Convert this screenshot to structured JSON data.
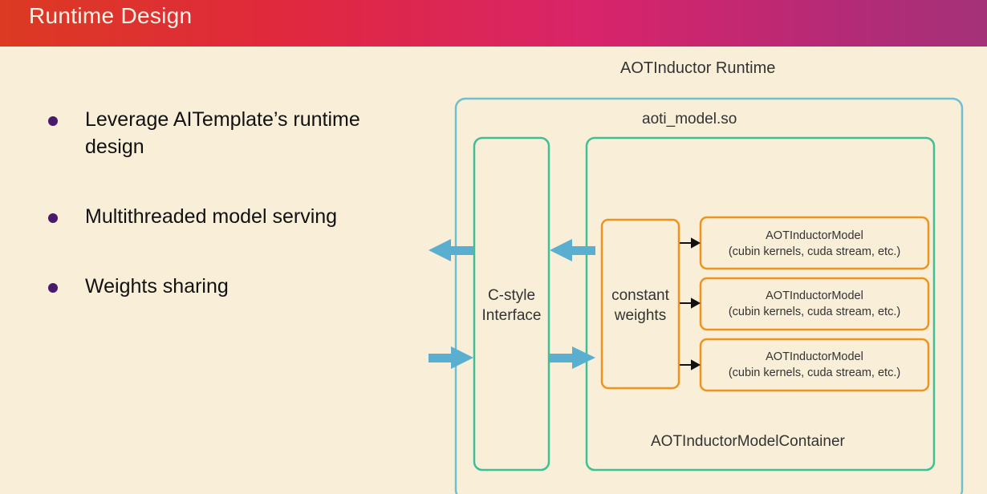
{
  "slide": {
    "title": "Runtime Design"
  },
  "bullets": [
    {
      "text": "Leverage AITemplate’s runtime design"
    },
    {
      "text": "Multithreaded model serving"
    },
    {
      "text": "Weights sharing"
    }
  ],
  "diagram": {
    "runtime_label": "AOTInductor Runtime",
    "so_label": "aoti_model.so",
    "interface_label": "C-style Interface",
    "weights_label": "constant weights",
    "container_label": "AOTInductorModelContainer",
    "models": [
      {
        "name": "AOTInductorModel",
        "detail": "(cubin kernels, cuda stream, etc.)"
      },
      {
        "name": "AOTInductorModel",
        "detail": "(cubin kernels, cuda stream, etc.)"
      },
      {
        "name": "AOTInductorModel",
        "detail": "(cubin kernels, cuda stream, etc.)"
      }
    ],
    "colors": {
      "runtime_border": "#6cc0d0",
      "green_border": "#3fbf95",
      "orange_border": "#f0931e",
      "arrow": "#5aaed0"
    }
  }
}
